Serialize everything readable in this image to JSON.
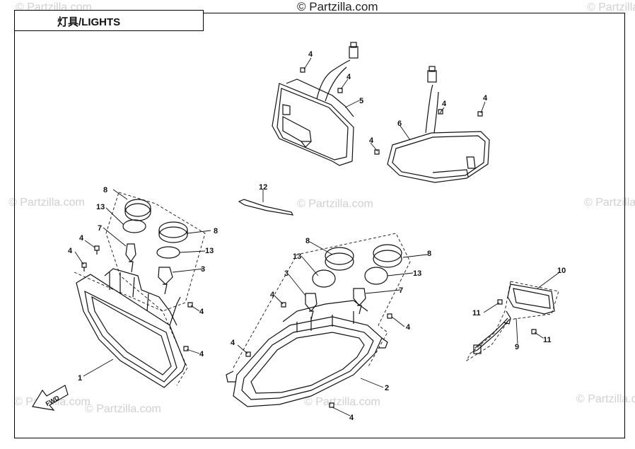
{
  "header": {
    "copyright": "© Partzilla.com",
    "title": "灯具/LIGHTS"
  },
  "watermarks": [
    "© Partzilla.com",
    "© Partzilla.com",
    "© Partzilla.com",
    "© Partzilla.com",
    "© Partzilla.com",
    "© Partzilla.com",
    "© Partzilla.com",
    "© Partzilla.com",
    "© Partzilla.com"
  ],
  "fwd_label": "FWD",
  "callouts": {
    "c1": "1",
    "c2": "2",
    "c3a": "3",
    "c3b": "3",
    "c4a": "4",
    "c4b": "4",
    "c4c": "4",
    "c4d": "4",
    "c4e": "4",
    "c4f": "4",
    "c4g": "4",
    "c4h": "4",
    "c4i": "4",
    "c4j": "4",
    "c4k": "4",
    "c4l": "4",
    "c5": "5",
    "c6": "6",
    "c7a": "7",
    "c7b": "7",
    "c8a": "8",
    "c8b": "8",
    "c8c": "8",
    "c8d": "8",
    "c9": "9",
    "c10": "10",
    "c11a": "11",
    "c11b": "11",
    "c12": "12",
    "c13a": "13",
    "c13b": "13",
    "c13c": "13",
    "c13d": "13"
  },
  "colors": {
    "line": "#111111",
    "watermark": "#d0d0d0"
  }
}
